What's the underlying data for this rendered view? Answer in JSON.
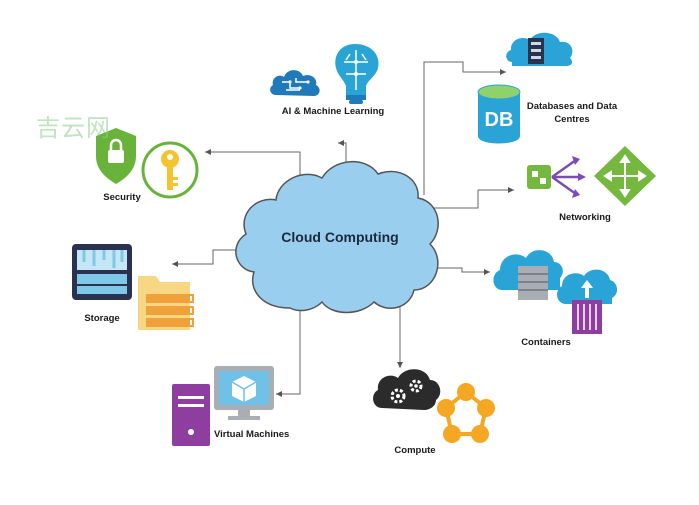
{
  "center": {
    "label": "Cloud Computing"
  },
  "watermark": "吉云网",
  "nodes": {
    "ai": {
      "label": "AI & Machine Learning"
    },
    "databases": {
      "label_line1": "Databases and Data",
      "label_line2": "Centres",
      "badge": "DB"
    },
    "security": {
      "label": "Security"
    },
    "networking": {
      "label": "Networking"
    },
    "storage": {
      "label": "Storage"
    },
    "containers": {
      "label": "Containers"
    },
    "virtual_machines": {
      "label": "Virtual Machines"
    },
    "compute": {
      "label": "Compute"
    }
  },
  "colors": {
    "cloud_fill": "#99ceef",
    "outline": "#555555",
    "connector": "#666666",
    "ai_blue": "#1e7ab8",
    "db_teal": "#2aa3d6",
    "security_green": "#6ab33a",
    "key_yellow": "#f4c430",
    "network_green": "#74b83f",
    "network_purple": "#7b4bb7",
    "storage_navy": "#2b3250",
    "folder_yellow": "#f7d684",
    "folder_orange": "#f1a13a",
    "container_purple": "#8e3e9e",
    "vm_purple": "#8e3e9e",
    "vm_screen": "#70c1e8",
    "compute_dark": "#2b2b2b",
    "compute_orange": "#f5a623"
  }
}
